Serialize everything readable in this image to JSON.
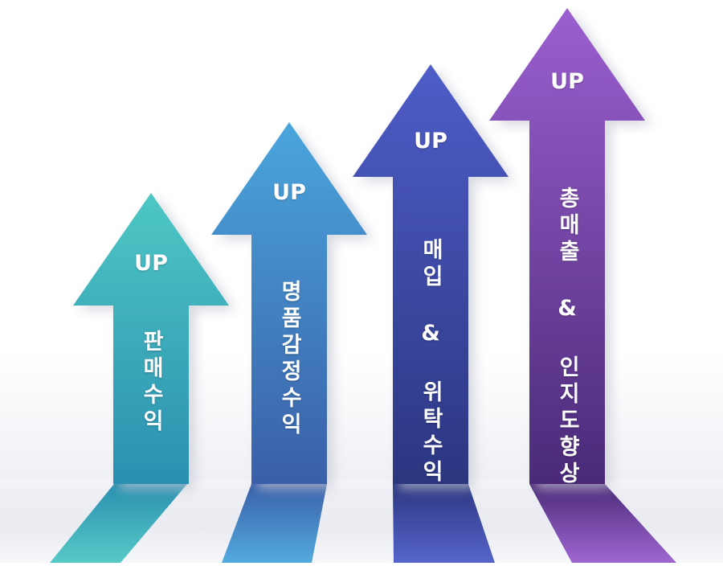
{
  "arrows": [
    {
      "up_label": "UP",
      "label": "판매수익",
      "color_light": "#4ec7c4",
      "color_dark": "#2a8fb0"
    },
    {
      "up_label": "UP",
      "label": "명품감정수익",
      "color_light": "#4aa6dc",
      "color_dark": "#3a5fa8"
    },
    {
      "up_label": "UP",
      "label": "매입 & 위탁수익",
      "color_light": "#4e5dc8",
      "color_dark": "#2b3680"
    },
    {
      "up_label": "UP",
      "label": "총매출 & 인지도향상",
      "color_light": "#9b5fcf",
      "color_dark": "#4a2a78"
    }
  ],
  "colors": {
    "floor": "#eef0f4",
    "shadow": "#c9cbd6"
  }
}
